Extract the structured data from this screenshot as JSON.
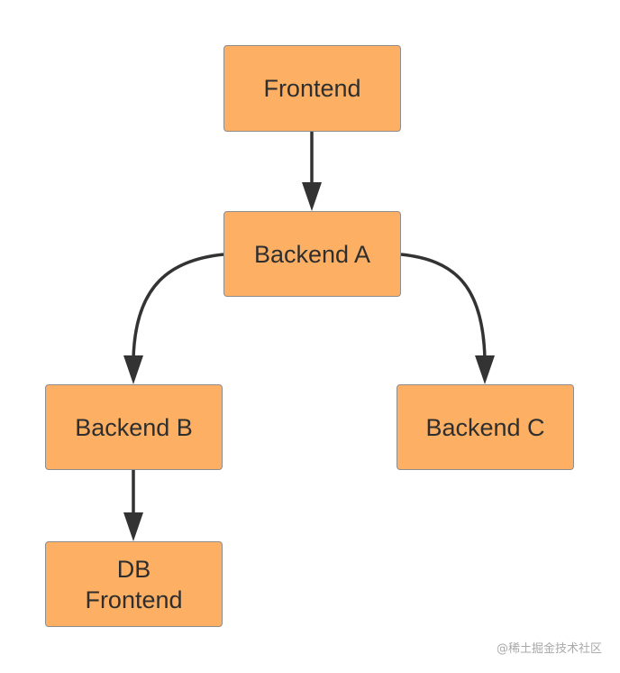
{
  "diagram": {
    "nodes": {
      "frontend": {
        "label": "Frontend"
      },
      "backend_a": {
        "label": "Backend A"
      },
      "backend_b": {
        "label": "Backend B"
      },
      "backend_c": {
        "label": "Backend C"
      },
      "db": {
        "line1": "DB",
        "line2": "Frontend"
      }
    },
    "edges": [
      {
        "from": "Frontend",
        "to": "Backend A"
      },
      {
        "from": "Backend A",
        "to": "Backend B"
      },
      {
        "from": "Backend A",
        "to": "Backend C"
      },
      {
        "from": "Backend B",
        "to": "DB Frontend"
      }
    ],
    "colors": {
      "node_fill": "#fdb064",
      "node_border": "#8d8d8d",
      "edge": "#333333",
      "text": "#2e2e2e"
    }
  },
  "watermark": "@稀土掘金技术社区"
}
